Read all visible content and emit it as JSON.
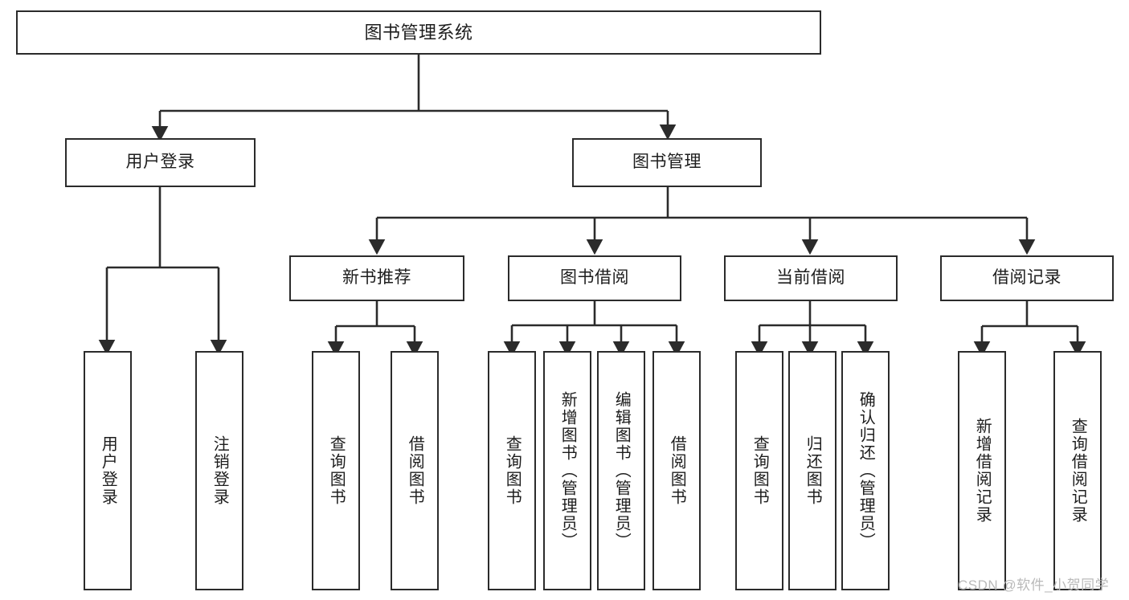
{
  "diagram": {
    "title": "图书管理系统",
    "type": "tree-hierarchy",
    "nodes": {
      "root": {
        "label": "图书管理系统"
      },
      "user_login": {
        "label": "用户登录"
      },
      "book_manage": {
        "label": "图书管理"
      },
      "new_book_rec": {
        "label": "新书推荐"
      },
      "book_borrow": {
        "label": "图书借阅"
      },
      "current_borrow": {
        "label": "当前借阅"
      },
      "borrow_record": {
        "label": "借阅记录"
      },
      "leaf_user_login": {
        "label": "用户登录"
      },
      "leaf_logout": {
        "label": "注销登录"
      },
      "leaf_query_book_1": {
        "label": "查询图书"
      },
      "leaf_borrow_book_1": {
        "label": "借阅图书"
      },
      "leaf_query_book_2": {
        "label": "查询图书"
      },
      "leaf_add_book": {
        "label": "新增图书（管理员）"
      },
      "leaf_edit_book": {
        "label": "编辑图书（管理员）"
      },
      "leaf_borrow_book_2": {
        "label": "借阅图书"
      },
      "leaf_query_book_3": {
        "label": "查询图书"
      },
      "leaf_return_book": {
        "label": "归还图书"
      },
      "leaf_confirm_return": {
        "label": "确认归还（管理员）"
      },
      "leaf_add_record": {
        "label": "新增借阅记录"
      },
      "leaf_query_record": {
        "label": "查询借阅记录"
      }
    }
  },
  "watermark": {
    "text": "CSDN @软件_小贺同学"
  },
  "colors": {
    "stroke": "#2b2b2b",
    "fill": "#ffffff",
    "text": "#1d1d1d",
    "watermark": "#b9b9b9"
  }
}
